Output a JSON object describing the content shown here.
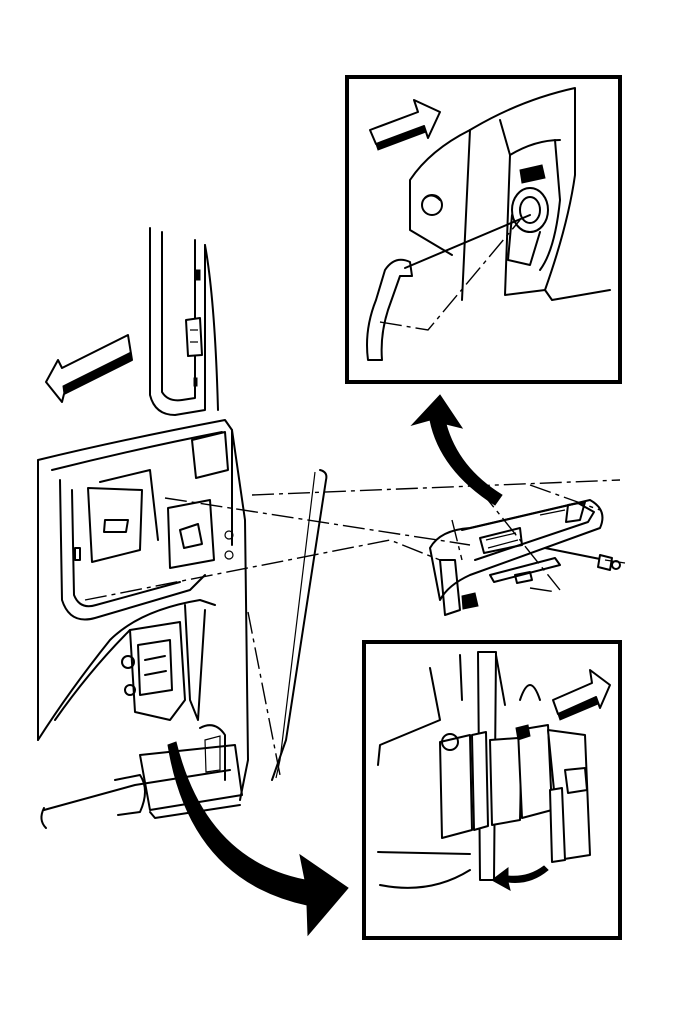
{
  "diagram": {
    "colors": {
      "stroke": "#000000",
      "background": "#ffffff"
    },
    "views": [
      {
        "id": "main",
        "icon": "door-panel-exploded-view"
      },
      {
        "id": "detail-top",
        "icon": "rod-clip-detail"
      },
      {
        "id": "detail-bottom",
        "icon": "latch-rod-clip-detail"
      }
    ],
    "arrows": [
      {
        "id": "direction-arrow-main",
        "icon": "forward-arrow-icon"
      },
      {
        "id": "direction-arrow-top-detail",
        "icon": "forward-arrow-icon"
      },
      {
        "id": "direction-arrow-bottom-detail",
        "icon": "forward-arrow-icon"
      },
      {
        "id": "callout-arrow-top",
        "icon": "curved-arrow-icon"
      },
      {
        "id": "callout-arrow-bottom",
        "icon": "curved-arrow-icon"
      }
    ]
  }
}
